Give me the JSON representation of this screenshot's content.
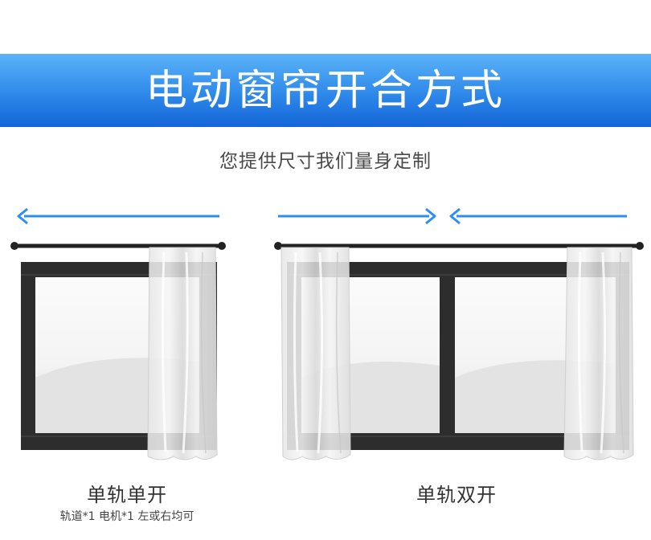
{
  "header": {
    "title": "电动窗帘开合方式"
  },
  "subtitle": "您提供尺寸我们量身定制",
  "options": [
    {
      "name": "单轨单开",
      "detail": "轨道*1 电机*1 左或右均可"
    },
    {
      "name": "单轨双开"
    }
  ],
  "colors": {
    "banner_top": "#5bb3f8",
    "banner_bottom": "#1565d8",
    "arrow": "#2a8ff0",
    "frame": "#2d2d2d",
    "rod": "#222222"
  },
  "icons": [
    "left-arrow-icon",
    "right-arrow-icon",
    "curtain-rod-icon",
    "window-frame-icon",
    "sheer-curtain-icon"
  ]
}
